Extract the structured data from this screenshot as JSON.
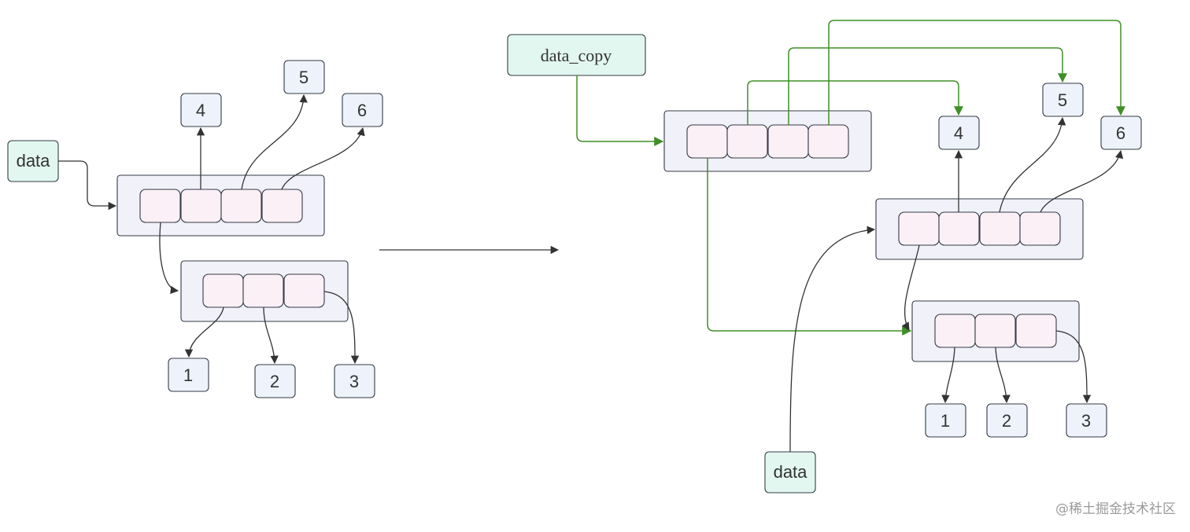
{
  "left_diagram": {
    "var_label": "data",
    "numbers": [
      "4",
      "5",
      "6",
      "1",
      "2",
      "3"
    ]
  },
  "right_diagram": {
    "copy_label": "data_copy",
    "var_label": "data",
    "numbers": [
      "4",
      "5",
      "6",
      "1",
      "2",
      "3"
    ]
  },
  "colors": {
    "reference_edge": "#333333",
    "copy_edge": "#3f8f26",
    "variable_node": "#e2f7ef",
    "number_node": "#eef3fb",
    "list_container": "#f1f1fa",
    "list_cell": "#fcf0f7"
  },
  "watermark": "@稀土掘金技术社区"
}
